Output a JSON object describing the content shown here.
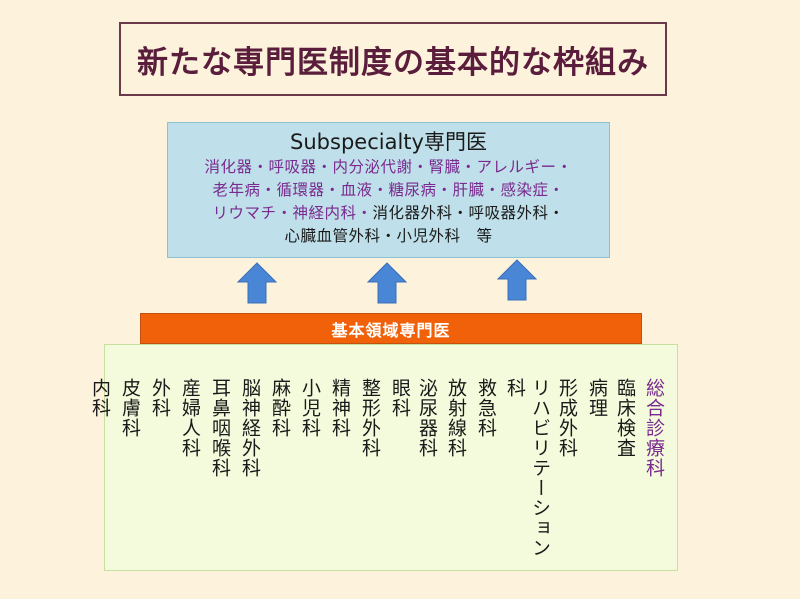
{
  "title": "新たな専門医制度の基本的な枠組み",
  "subspecialty": {
    "heading": "Subspecialty専門医",
    "lines": [
      {
        "text": "消化器・呼吸器・内分泌代謝・腎臓・アレルギー・",
        "color": "#7a2a8e"
      },
      {
        "text": "老年病・循環器・血液・糖尿病・肝臓・感染症・",
        "color": "#7a2a8e"
      },
      {
        "text_purple": "リウマチ・神経内科・",
        "text_dark": "消化器外科・呼吸器外科・"
      },
      {
        "text": "心臓血管外科・小児外科　等",
        "color": "#1a1a1a"
      }
    ]
  },
  "arrows": [
    "up-arrow",
    "up-arrow",
    "up-arrow"
  ],
  "arrow_color": "#4a86d6",
  "basic_band": {
    "label": "基本領域専門医",
    "color": "#f0610a"
  },
  "basic_fields": [
    "内科",
    "皮膚科",
    "外科",
    "産婦人科",
    "耳鼻咽喉科",
    "脳神経外科",
    "麻酔科",
    "小児科",
    "精神科",
    "整形外科",
    "眼科",
    "泌尿器科",
    "放射線科",
    "救急科",
    "科",
    "リハビリテーション",
    "形成外科",
    "病理",
    "臨床検査",
    "総合診療科"
  ]
}
